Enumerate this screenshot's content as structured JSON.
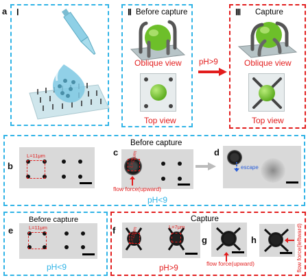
{
  "panel_a": {
    "label": "a",
    "stage1": "Ⅰ",
    "stage2": "Ⅱ",
    "stage2_title": "Before capture",
    "stage3": "Ⅲ",
    "stage3_title": "Capture",
    "oblique1": "Oblique view",
    "top1": "Top view",
    "oblique2": "Oblique view",
    "top2": "Top view",
    "arrow_label": "pH>9"
  },
  "panel_bcd": {
    "b": "b",
    "b_size": "L=11μm",
    "c": "c",
    "c_title": "Before capture",
    "c_size": "L=11μm",
    "c_flow": "flow force(upward)",
    "d": "d",
    "d_escape": "escape",
    "footer": "pH<9"
  },
  "panel_e": {
    "label": "e",
    "title": "Before capture",
    "size": "L=11μm",
    "footer": "pH<9"
  },
  "panel_fgh": {
    "title": "Capture",
    "f": "f",
    "f_size1": "L=11μm",
    "f_size2": "L=7μm",
    "g": "g",
    "g_flow": "flow force(upward)",
    "h": "h",
    "h_flow": "flow force(leftward)",
    "footer": "pH>9"
  },
  "colors": {
    "blue": "#2fb3e6",
    "red": "#e21d1d",
    "sphere": "#6dbf2a"
  }
}
